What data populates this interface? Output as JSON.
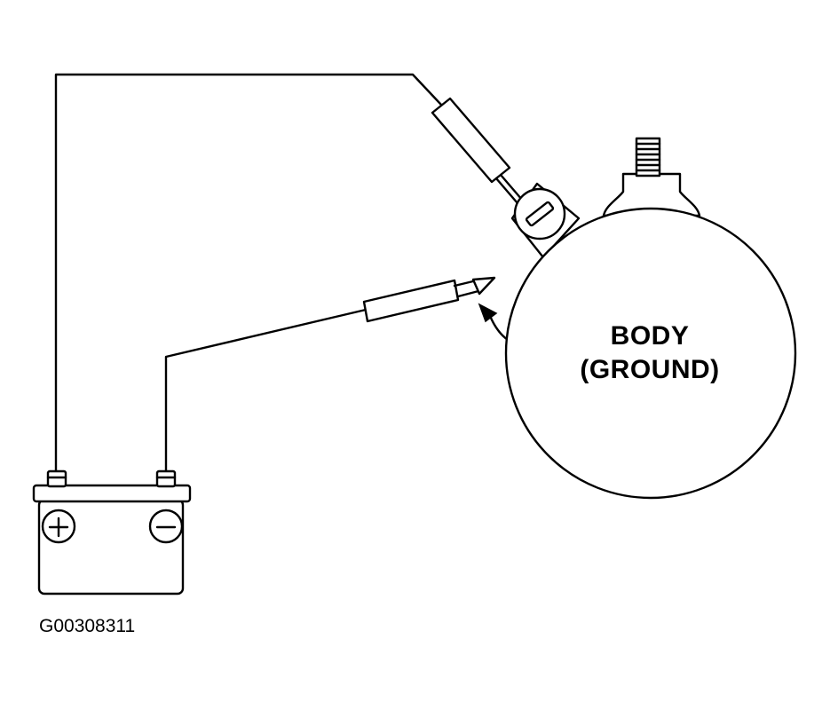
{
  "component": {
    "label_line1": "BODY",
    "label_line2": "(GROUND)"
  },
  "figure_id": "G00308311",
  "battery": {
    "positive_icon": "plus-icon",
    "negative_icon": "minus-icon"
  },
  "colors": {
    "ink": "#000000",
    "background": "#ffffff"
  }
}
